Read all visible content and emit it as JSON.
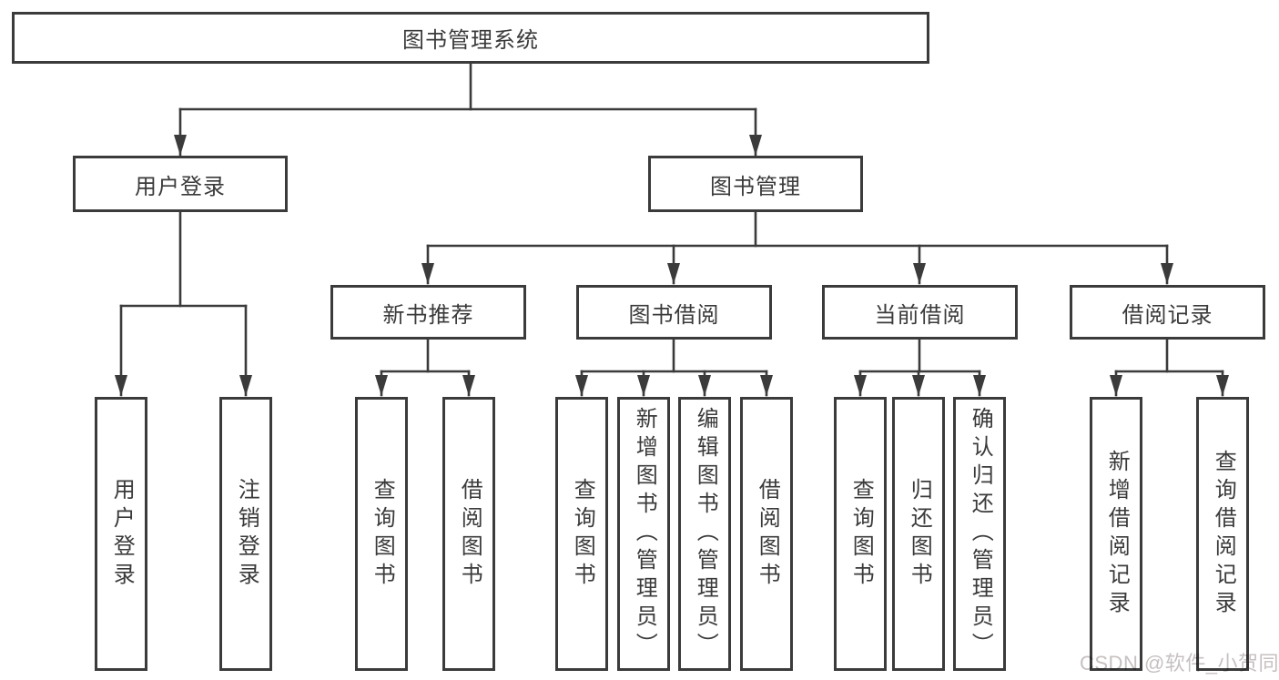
{
  "diagram_title": "图书管理系统",
  "nodes": {
    "root": "图书管理系统",
    "user_login": "用户登录",
    "book_management": "图书管理",
    "new_book_recommend": "新书推荐",
    "book_borrow": "图书借阅",
    "current_borrow": "当前借阅",
    "borrow_records": "借阅记录",
    "leaf_user_login": "用户登录",
    "leaf_logout": "注销登录",
    "leaf_recommend_query_books": "查询图书",
    "leaf_recommend_borrow_books": "借阅图书",
    "leaf_borrow_query_books": "查询图书",
    "leaf_borrow_add_books": "新增图书（管理员）",
    "leaf_borrow_edit_books": "编辑图书（管理员）",
    "leaf_borrow_borrow_books": "借阅图书",
    "leaf_current_query_books": "查询图书",
    "leaf_current_return_books": "归还图书",
    "leaf_current_confirm_return": "确认归还（管理员）",
    "leaf_records_add_record": "新增借阅记录",
    "leaf_records_query_record": "查询借阅记录"
  },
  "watermark": {
    "text": "CSDN @软件_小贺同学"
  },
  "colors": {
    "background": "#ffffff",
    "line": "#3b3b3b",
    "box_border": "#3b3b3b",
    "text": "#3a3a3a",
    "watermark": "#c7c0c0"
  }
}
